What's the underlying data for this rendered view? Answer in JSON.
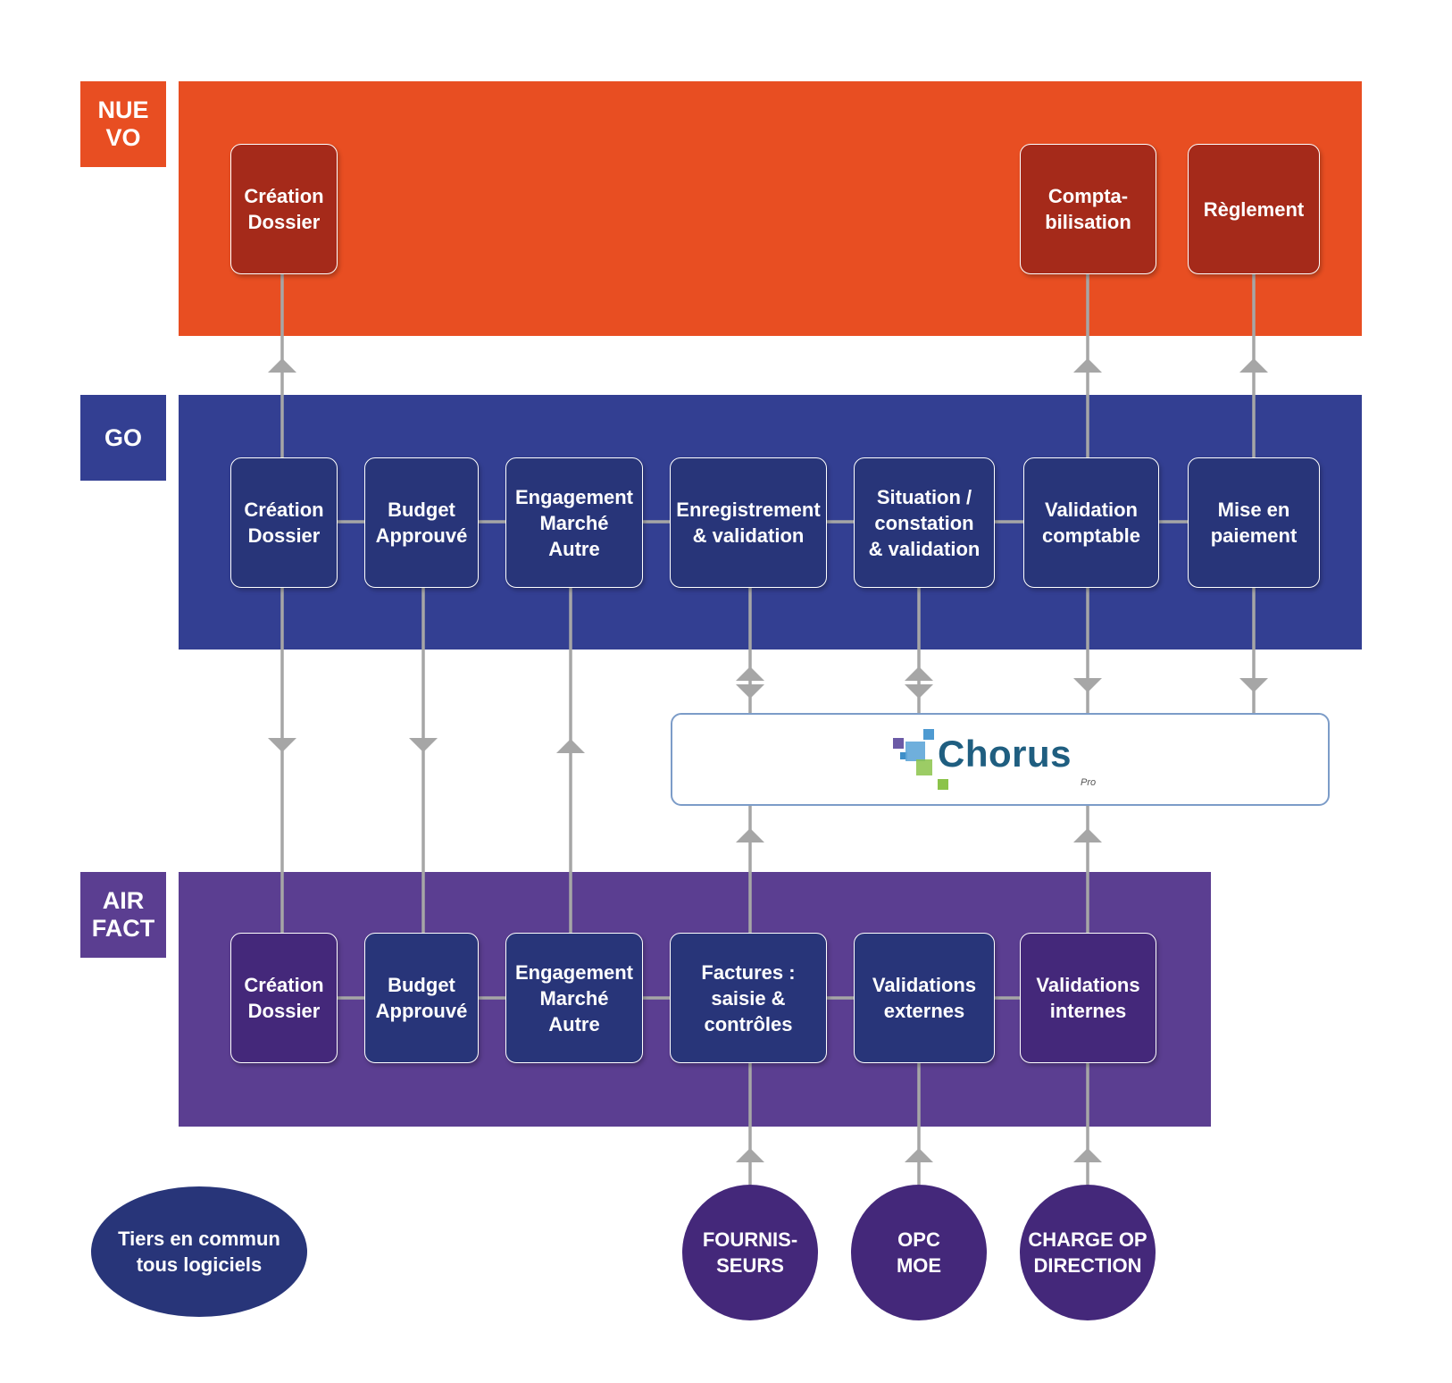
{
  "lanes": {
    "nuevo": {
      "label": "NUE\nVO",
      "color": "#E84E22"
    },
    "go": {
      "label": "GO",
      "color": "#333F92"
    },
    "airfact": {
      "label": "AIR\nFACT",
      "color": "#5B3E91"
    }
  },
  "nuevo_boxes": {
    "creation": "Création\nDossier",
    "comptabilisation": "Compta-\nbilisation",
    "reglement": "Règlement"
  },
  "go_boxes": {
    "creation": "Création\nDossier",
    "budget": "Budget\nApprouvé",
    "engagement": "Engagement\nMarché\nAutre",
    "enregistrement": "Enregistrement\n& validation",
    "situation": "Situation /\nconstation\n& validation",
    "validation": "Validation\ncomptable",
    "paiement": "Mise en\npaiement"
  },
  "airfact_boxes": {
    "creation": "Création\nDossier",
    "budget": "Budget\nApprouvé",
    "engagement": "Engagement\nMarché\nAutre",
    "factures": "Factures :\nsaisie &\ncontrôles",
    "externes": "Validations\nexternes",
    "internes": "Validations\ninternes"
  },
  "chorus": {
    "name": "Chorus",
    "sub": "Pro"
  },
  "actors": {
    "fournisseurs": "FOURNIS-\nSEURS",
    "opc": "OPC\nMOE",
    "charge": "CHARGE OP\nDIRECTION"
  },
  "legend": "Tiers en commun\ntous logiciels",
  "colors": {
    "connector": "#A6A6A6",
    "box_red": "#A52A1A",
    "box_navy": "#283579",
    "box_violet": "#44287A",
    "chorus_text": "#1F5E80"
  }
}
